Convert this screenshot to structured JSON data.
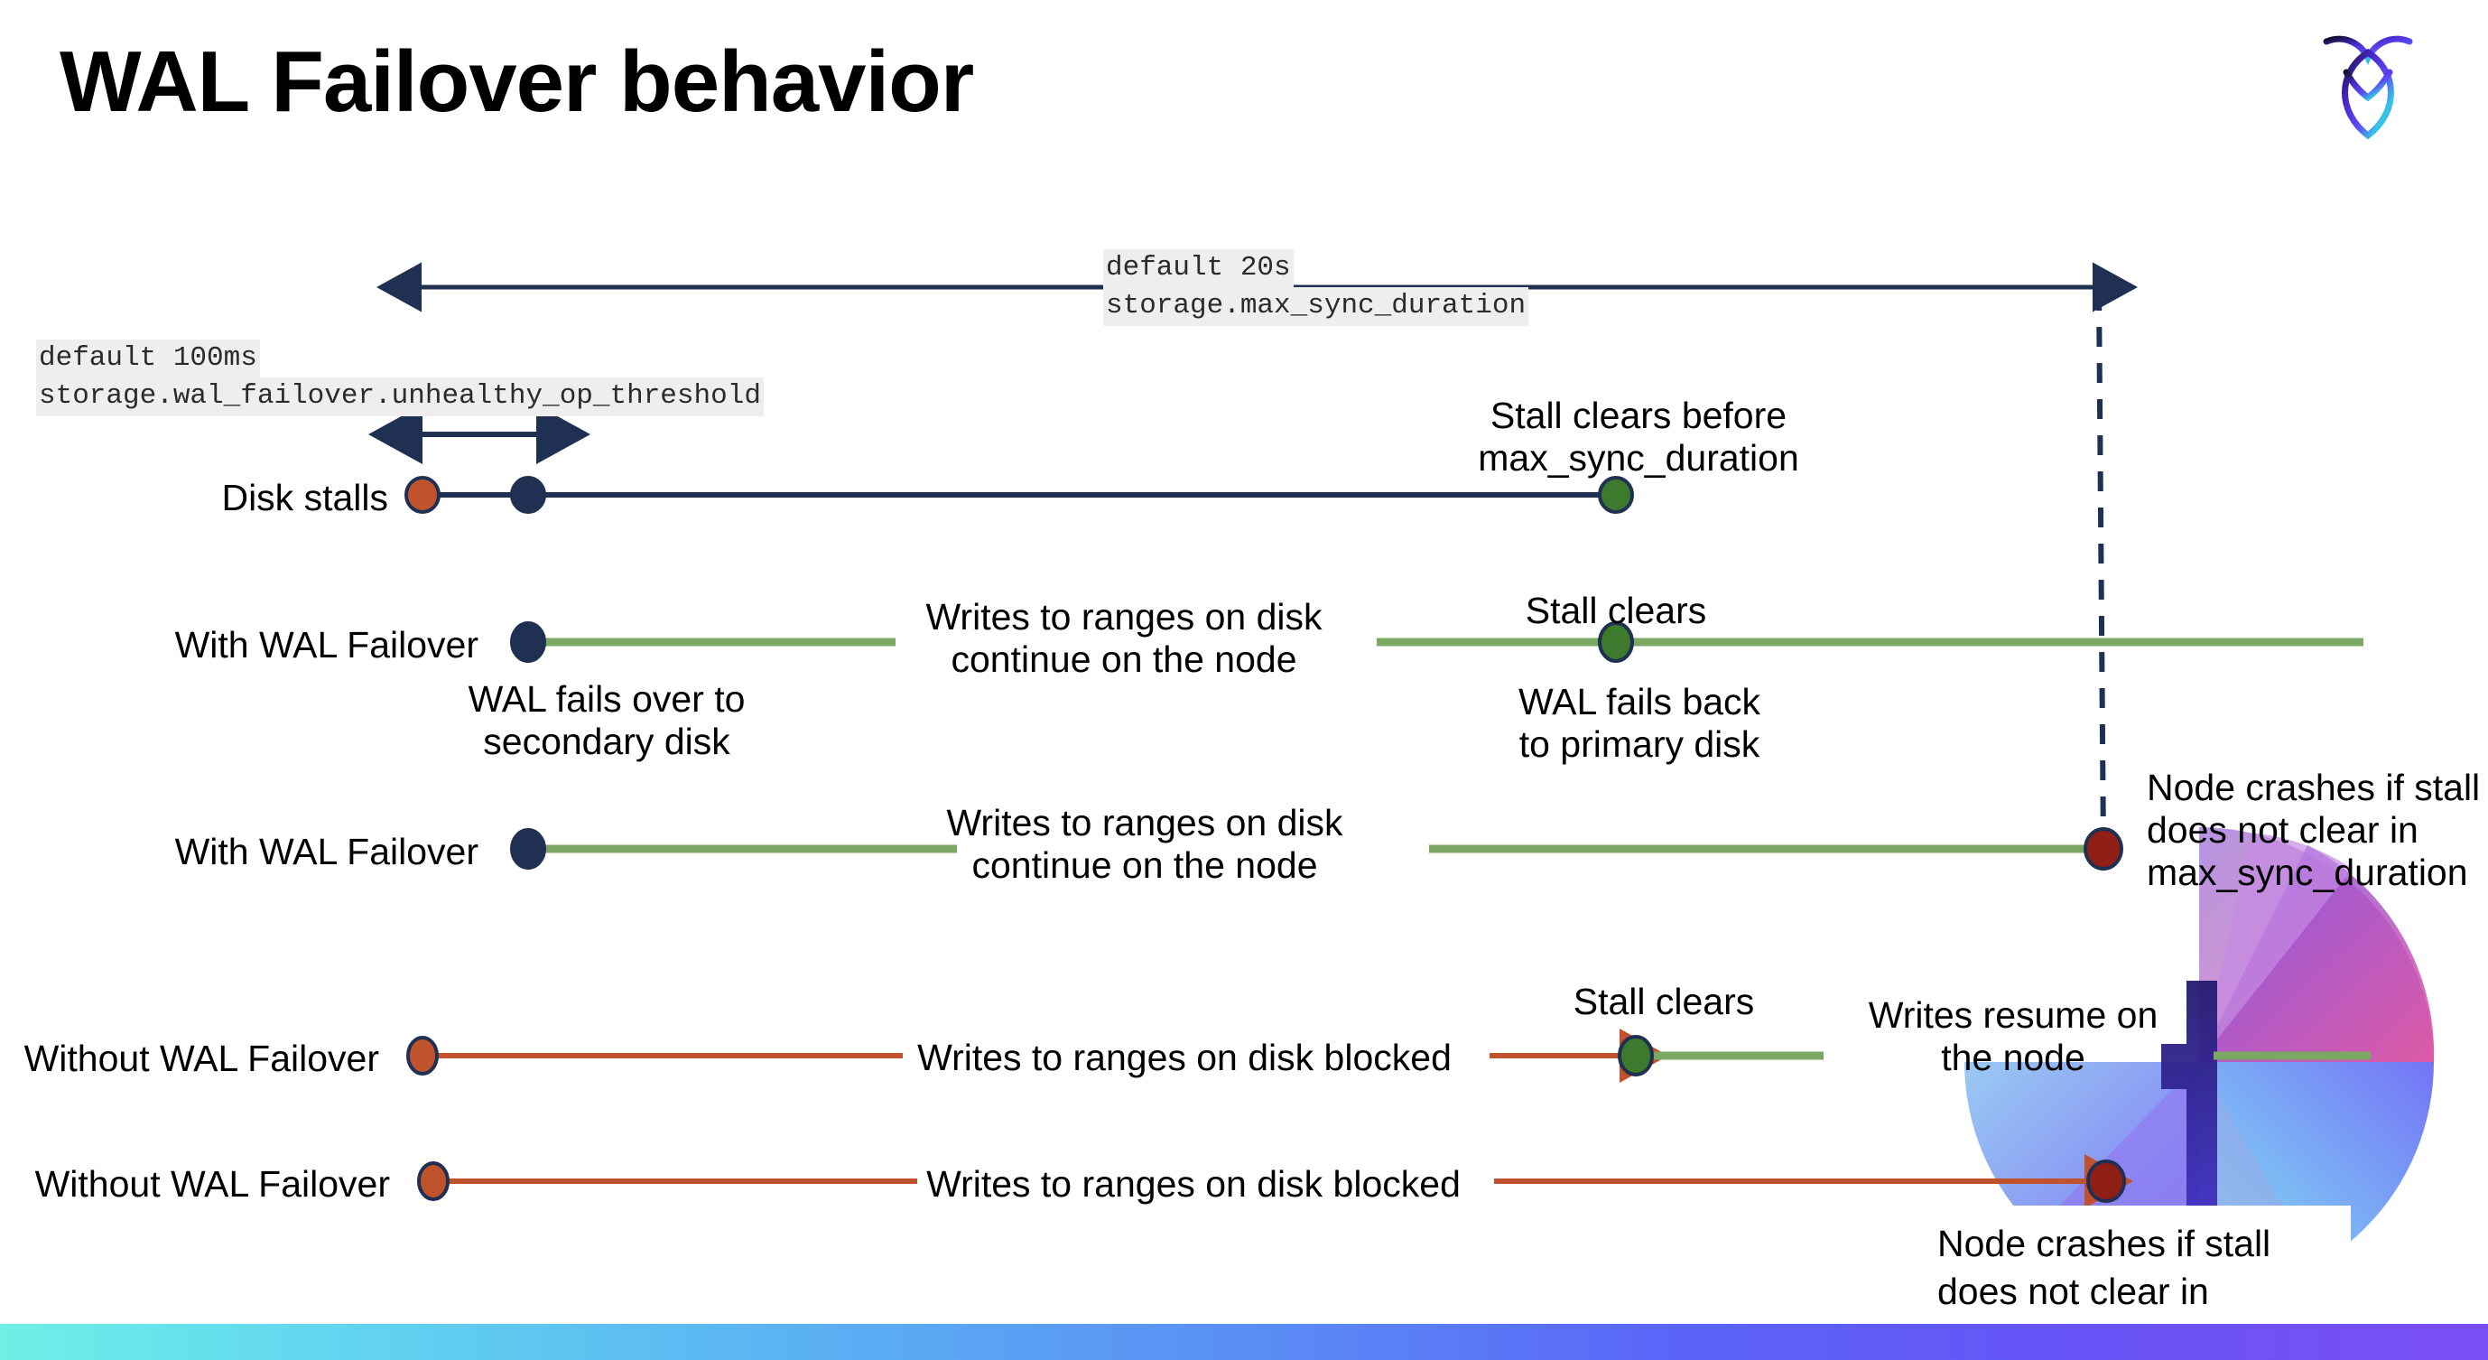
{
  "slide": {
    "title": "WAL Failover behavior",
    "logo_name": "cockroachdb-logo"
  },
  "settings": {
    "max_sync": {
      "default_label": "default 20s",
      "setting_name": "storage.max_sync_duration"
    },
    "unhealthy_threshold": {
      "default_label": "default 100ms",
      "setting_name": "storage.wal_failover.unhealthy_op_threshold"
    }
  },
  "rows": {
    "disk_stalls": {
      "label": "Disk stalls",
      "note_stall_clears": "Stall clears before\nmax_sync_duration"
    },
    "with_failover_1": {
      "label": "With WAL Failover",
      "note_failover": "WAL fails over to\nsecondary disk",
      "note_writes": "Writes to ranges on disk\ncontinue on the node",
      "note_stall_clears": "Stall clears",
      "note_fail_back": "WAL fails  back\nto primary disk"
    },
    "with_failover_2": {
      "label": "With WAL Failover",
      "note_writes": "Writes to ranges on disk\ncontinue on the node",
      "note_crash": "Node crashes if stall\ndoes not clear in\nmax_sync_duration"
    },
    "without_failover_1": {
      "label": "Without WAL Failover",
      "note_blocked": "Writes to ranges on disk  blocked",
      "note_stall_clears": "Stall clears",
      "note_resume": "Writes resume on\nthe node"
    },
    "without_failover_2": {
      "label": "Without WAL Failover",
      "note_blocked": "Writes to ranges on disk  blocked",
      "note_crash": "Node crashes if stall\ndoes not clear in\nmax_sync_duration"
    }
  },
  "colors": {
    "navy": "#1f3052",
    "orange": "#c1522e",
    "green_dot": "#3e7a2e",
    "green_line": "#7aa863",
    "red_dot": "#8f1f15",
    "code_bg": "#eeeeee",
    "bar_start": "#6ef0e6",
    "bar_end": "#7a4ef5"
  }
}
